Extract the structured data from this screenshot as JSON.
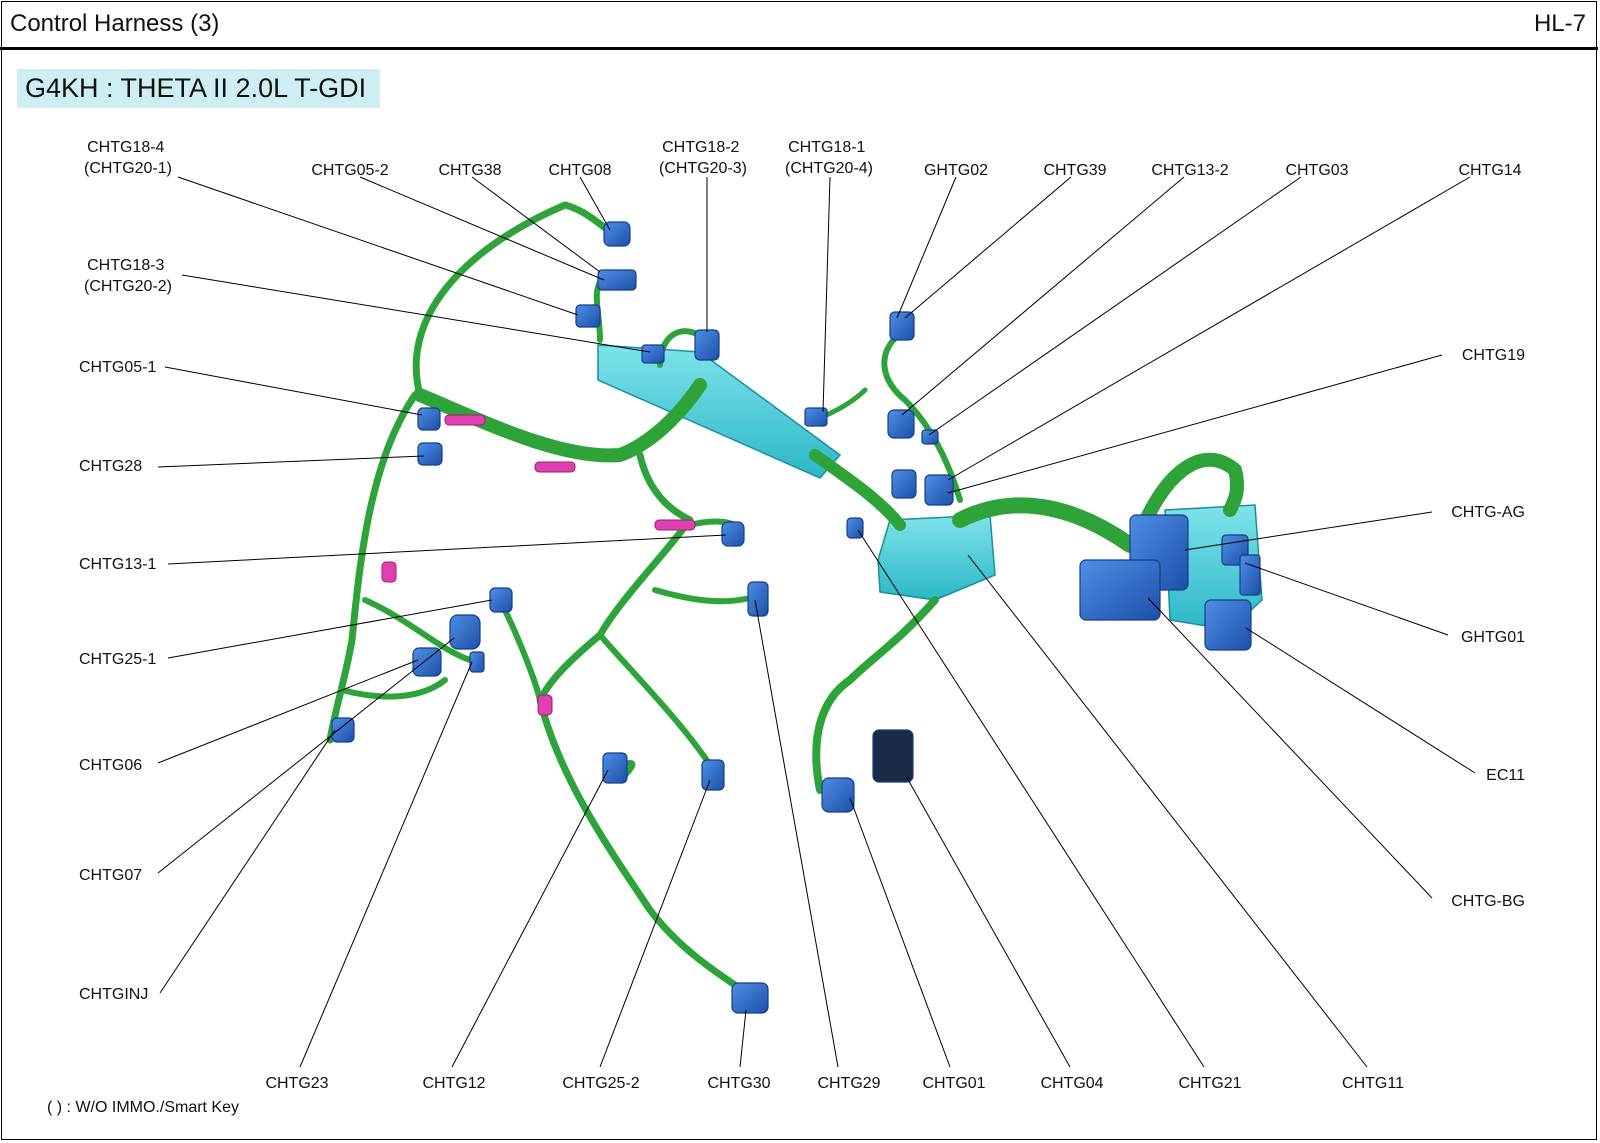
{
  "header": {
    "title": "Control Harness (3)",
    "page_code": "HL-7"
  },
  "engine": {
    "label": "G4KH : THETA II 2.0L T-GDI"
  },
  "footnote": "(   ) : W/O IMMO./Smart Key",
  "colors": {
    "harness": "#2ea33a",
    "connector": "#2f6fd0",
    "bracket": "#4fd0d8",
    "clip": "#e040b0"
  },
  "labels": {
    "chtg18_4": [
      "CHTG18-4",
      "(CHTG20-1)"
    ],
    "chtg05_2": "CHTG05-2",
    "chtg38": "CHTG38",
    "chtg08": "CHTG08",
    "chtg18_2": [
      "CHTG18-2",
      "(CHTG20-3)"
    ],
    "chtg18_1": [
      "CHTG18-1",
      "(CHTG20-4)"
    ],
    "ghtg02": "GHTG02",
    "chtg39": "CHTG39",
    "chtg13_2": "CHTG13-2",
    "chtg03": "CHTG03",
    "chtg14": "CHTG14",
    "chtg18_3": [
      "CHTG18-3",
      "(CHTG20-2)"
    ],
    "chtg05_1": "CHTG05-1",
    "chtg28": "CHTG28",
    "chtg13_1": "CHTG13-1",
    "chtg25_1": "CHTG25-1",
    "chtg06": "CHTG06",
    "chtg07": "CHTG07",
    "chtginj": "CHTGINJ",
    "chtg19": "CHTG19",
    "chtg_ag": "CHTG-AG",
    "ghtg01": "GHTG01",
    "ec11": "EC11",
    "chtg_bg": "CHTG-BG",
    "chtg23": "CHTG23",
    "chtg12": "CHTG12",
    "chtg25_2": "CHTG25-2",
    "chtg30": "CHTG30",
    "chtg29": "CHTG29",
    "chtg01": "CHTG01",
    "chtg04": "CHTG04",
    "chtg21": "CHTG21",
    "chtg11": "CHTG11"
  }
}
